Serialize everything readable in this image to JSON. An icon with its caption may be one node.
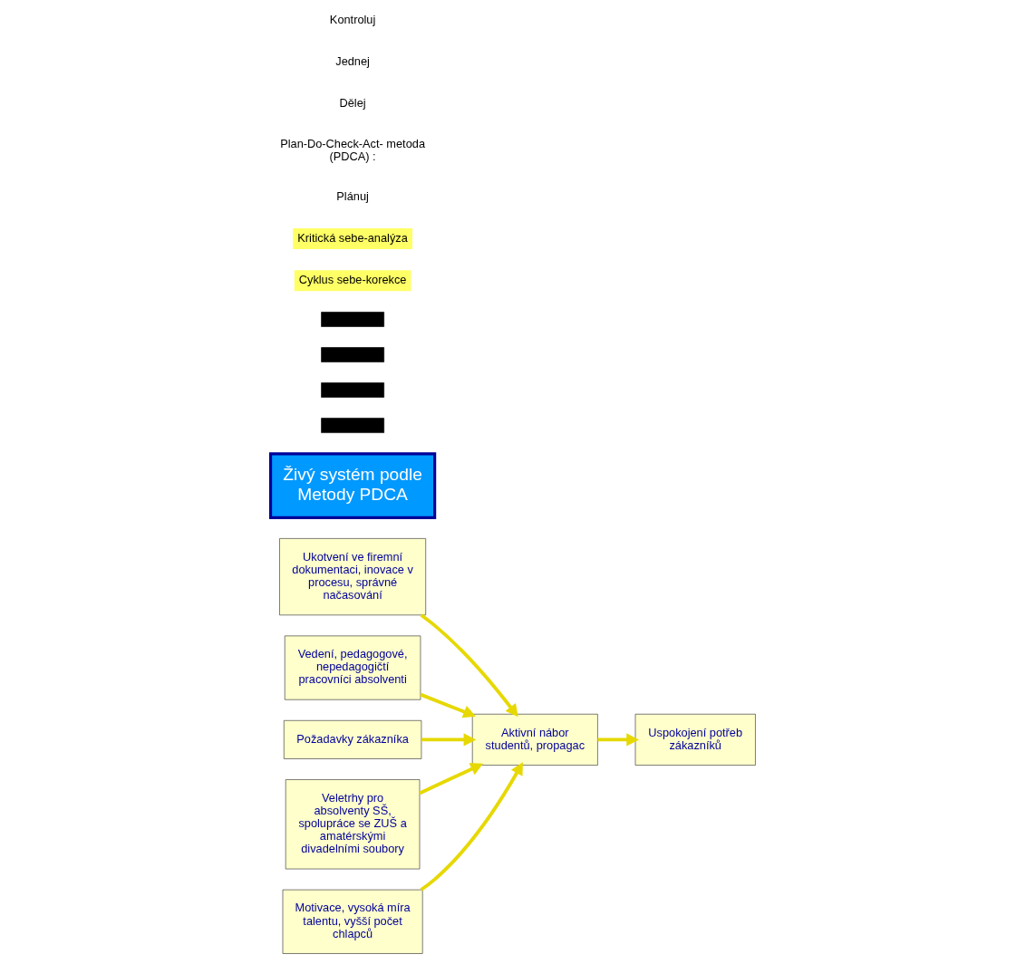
{
  "diagram": {
    "nodes": [
      {
        "text": [
          "Ukotvení ve firemní dokumentaci, inovace v procesu, správné načasování"
        ]
      },
      {
        "text": [
          "Vedení, pedagogové, nepedagogičtí pracovníci absolventi"
        ]
      },
      {
        "text": [
          "Požadavky zákazníka"
        ]
      },
      {
        "text": [
          "Aktivní nábor studentů, propagac"
        ]
      },
      {
        "text": [
          "Uspokojení potřeb zákazníků"
        ]
      },
      {
        "text": [
          "Veletrhy pro absolventy SŠ, spolupráce se ZUŠ a amatérskými divadelními soubory"
        ]
      },
      {
        "text": [
          "Motivace, vysoká míra talentu, vyšší počet chlapců"
        ]
      },
      {
        "text": [
          "Živý systém podle",
          "Metody PDCA"
        ]
      },
      {
        "text": [],
        "shape": "bar"
      },
      {
        "text": [],
        "shape": "bar"
      },
      {
        "text": [],
        "shape": "bar"
      },
      {
        "text": [],
        "shape": "bar"
      }
    ],
    "edges": [
      {
        "from": 0,
        "to": 3,
        "arrow": "to"
      },
      {
        "from": 1,
        "to": 3,
        "arrow": "to"
      },
      {
        "from": 2,
        "to": 3,
        "arrow": "to"
      },
      {
        "from": 3,
        "to": 4,
        "arrow": "to"
      },
      {
        "from": 5,
        "to": 3,
        "arrow": "to"
      },
      {
        "from": 6,
        "to": 3,
        "arrow": "to"
      }
    ],
    "labels": [
      "Cyklus sebe-korekce",
      "Kritická sebe-analýza",
      "Plánuj",
      "Plan-Do-Check-Act- metoda (PDCA) :",
      "Dělej",
      "Jednej",
      "Kontroluj"
    ]
  }
}
